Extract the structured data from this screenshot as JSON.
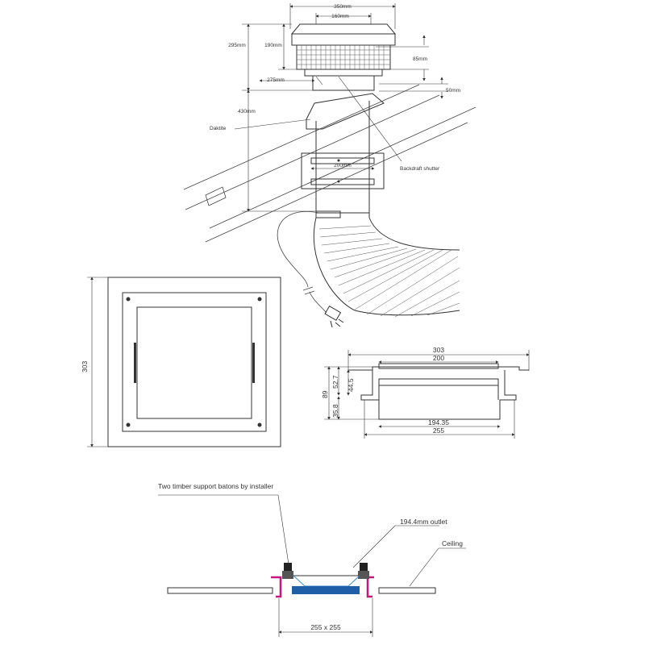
{
  "fan_elevation": {
    "dims": {
      "d350": "350mm",
      "d160": "160mm",
      "d295": "295mm",
      "d190": "190mm",
      "d85": "85mm",
      "d275": "275mm",
      "d50": "50mm",
      "d430": "430mm",
      "d200": "200mm"
    },
    "labels": {
      "daktite": "Daktite",
      "backdraft": "Backdraft shutter"
    }
  },
  "grille_plan": {
    "d303": "303"
  },
  "grille_section": {
    "d303": "303",
    "d200": "200",
    "d89": "89",
    "d527": "52.7",
    "d445": "44.5",
    "d358": "35.8",
    "d19435": "194.35",
    "d255": "255"
  },
  "ceiling_section": {
    "batons": "Two timber support batons by installer",
    "outlet": "194.4mm outlet",
    "ceiling": "Ceiling",
    "opening": "255 x 255"
  },
  "colors": {
    "inner": "#1f5fa8",
    "trim": "#c2187a"
  }
}
